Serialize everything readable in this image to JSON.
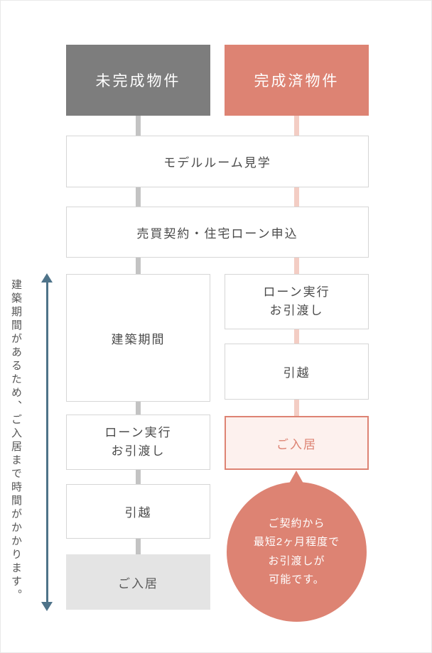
{
  "diagram": {
    "left": {
      "header": "未完成物件",
      "steps": {
        "construction": "建築期間",
        "loan": "ローン実行\nお引渡し",
        "move": "引越",
        "movein": "ご入居"
      }
    },
    "right": {
      "header": "完成済物件",
      "steps": {
        "loan": "ローン実行\nお引渡し",
        "move": "引越",
        "movein": "ご入居"
      }
    },
    "shared": {
      "model_room": "モデルルーム見学",
      "contract": "売買契約・住宅ローン申込"
    },
    "side_note": "建築期間があるため、ご入居まで時間がかかります。",
    "callout": "ご契約から\n最短2ヶ月程度で\nお引渡しが\n可能です。",
    "colors": {
      "gray_header": "#7d7d7d",
      "coral": "#dd8373",
      "connector_gray": "#c3c3c3",
      "connector_pink": "#f3cdc4",
      "highlight_bg": "#fdf1ee",
      "gray_box_bg": "#e4e4e4",
      "arrow_blue": "#4e7389"
    }
  }
}
